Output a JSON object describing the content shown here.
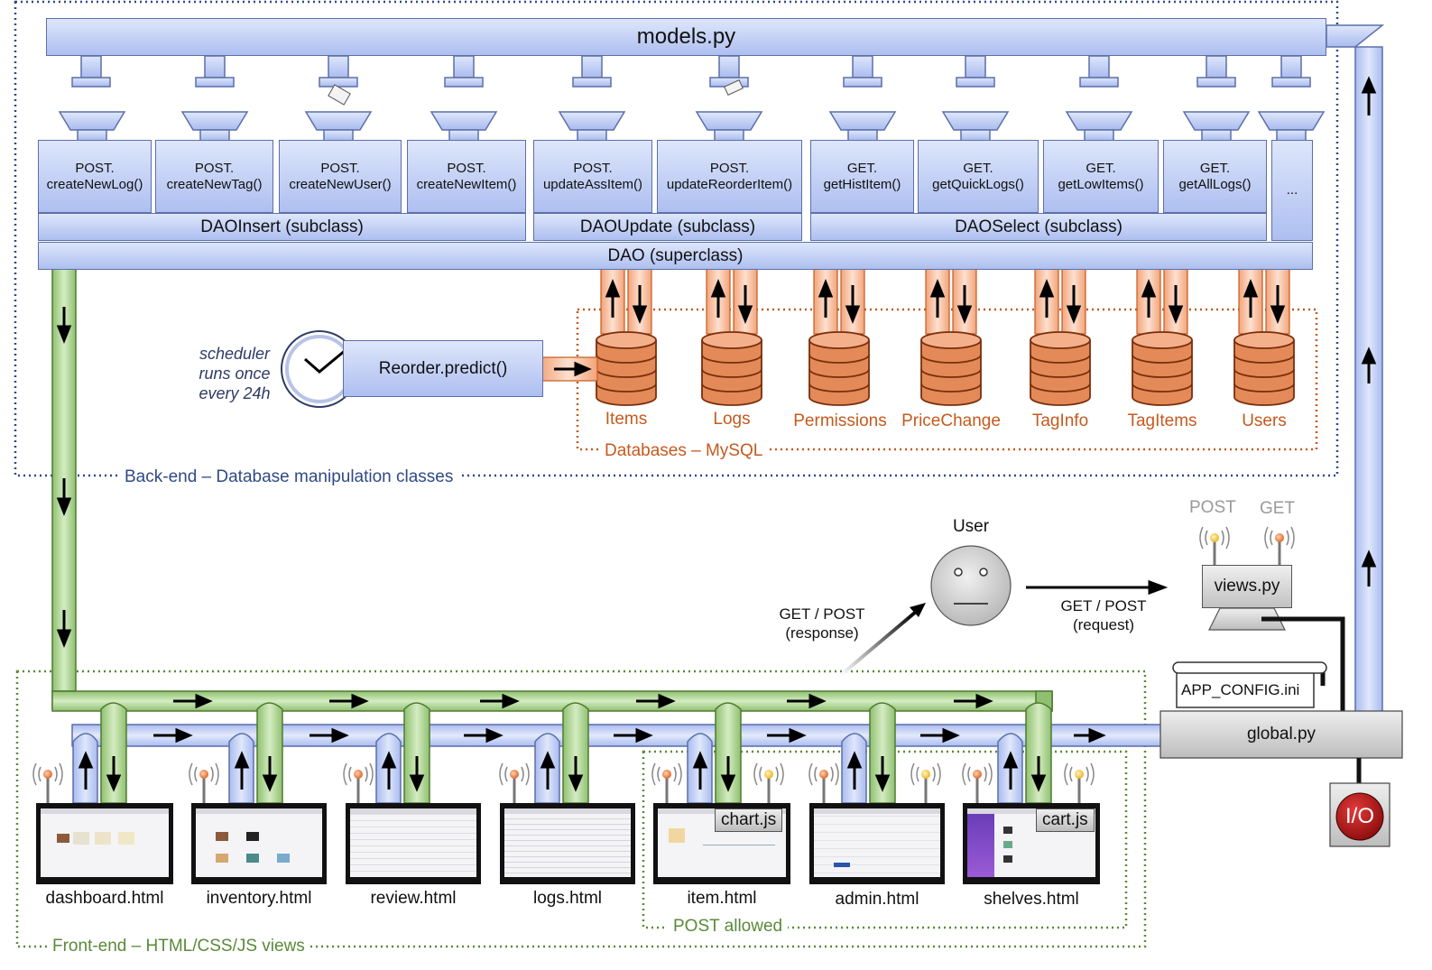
{
  "top": {
    "models_title": "models.py",
    "methods": [
      {
        "verb": "POST.",
        "name": "createNewLog()"
      },
      {
        "verb": "POST.",
        "name": "createNewTag()"
      },
      {
        "verb": "POST.",
        "name": "createNewUser()"
      },
      {
        "verb": "POST.",
        "name": "createNewItem()"
      },
      {
        "verb": "POST.",
        "name": "updateAssItem()"
      },
      {
        "verb": "POST.",
        "name": "updateReorderItem()"
      },
      {
        "verb": "GET.",
        "name": "getHistItem()"
      },
      {
        "verb": "GET.",
        "name": "getQuickLogs()"
      },
      {
        "verb": "GET.",
        "name": "getLowItems()"
      },
      {
        "verb": "GET.",
        "name": "getAllLogs()"
      },
      {
        "verb": "",
        "name": "..."
      }
    ],
    "dao_insert": "DAOInsert (subclass)",
    "dao_update": "DAOUpdate (subclass)",
    "dao_select": "DAOSelect (subclass)",
    "dao_super": "DAO (superclass)"
  },
  "scheduler": {
    "note_line1": "scheduler",
    "note_line2": "runs once",
    "note_line3": "every 24h",
    "task": "Reorder.predict()"
  },
  "databases": {
    "names": [
      "Items",
      "Logs",
      "Permissions",
      "PriceChange",
      "TagInfo",
      "TagItems",
      "Users"
    ],
    "group_label": "Databases – MySQL"
  },
  "backend_label": "Back-end – Database manipulation classes",
  "user": {
    "label": "User",
    "request_line1": "GET / POST",
    "request_line2": "(request)",
    "response_line1": "GET / POST",
    "response_line2": "(response)"
  },
  "views": {
    "label": "views.py",
    "post": "POST",
    "get": "GET"
  },
  "config": {
    "app_config": "APP_CONFIG.ini",
    "global": "global.py",
    "io": "I/O"
  },
  "pages": {
    "names": [
      "dashboard.html",
      "inventory.html",
      "review.html",
      "logs.html",
      "item.html",
      "admin.html",
      "shelves.html"
    ],
    "chart_js": "chart.js",
    "cart_js": "cart.js"
  },
  "post_allowed_label": "POST allowed",
  "frontend_label": "Front-end – HTML/CSS/JS views",
  "colors": {
    "blue_fill": "#c3d1f4",
    "blue_stroke": "#5c6fa8",
    "green_fill": "#a9d18e",
    "green_stroke": "#4e7a32",
    "db_fill": "#e08a5a",
    "db_stroke": "#7a2e0c",
    "orange_text": "#c55a1e",
    "backend_border": "#2f4a86",
    "frontend_border": "#5a8a38"
  }
}
